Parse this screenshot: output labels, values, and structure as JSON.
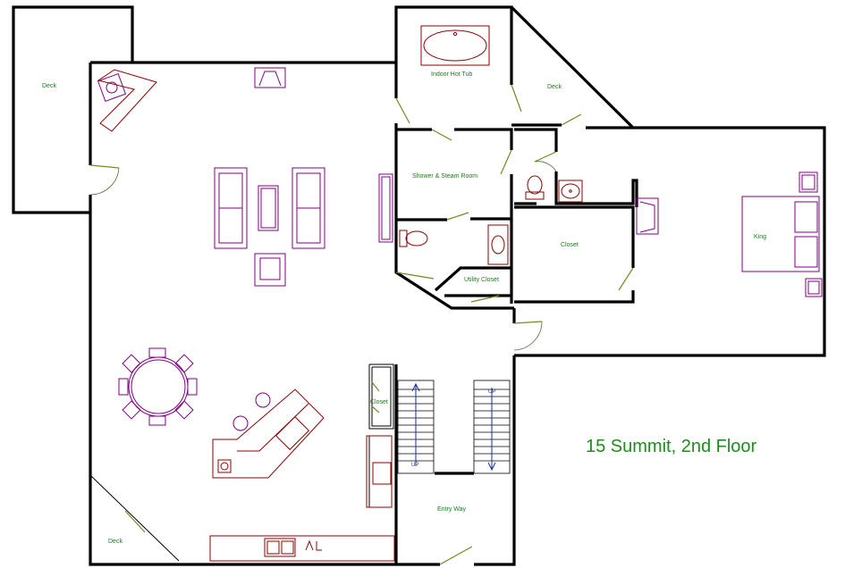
{
  "plan": {
    "title": "15 Summit,  2nd Floor",
    "rooms": {
      "deck_nw": "Deck",
      "hot_tub": "Indoor Hot Tub",
      "deck_ne": "Deck",
      "shower": "Shower & Steam Room",
      "closet_mid": "Closet",
      "king": "King",
      "utility": "Utility Closet",
      "closet_stair": "Closet",
      "entry": "Entry Way",
      "deck_sw": "Deck"
    },
    "stairs": {
      "left_up": "UP",
      "right_up": "UP"
    },
    "colors": {
      "walls": "#000000",
      "furniture": "#800080",
      "kitchen": "#8b0000",
      "doors": "#6b8e23",
      "labels": "#1e7b1e",
      "stair_arrows": "#1c2f8f"
    }
  }
}
